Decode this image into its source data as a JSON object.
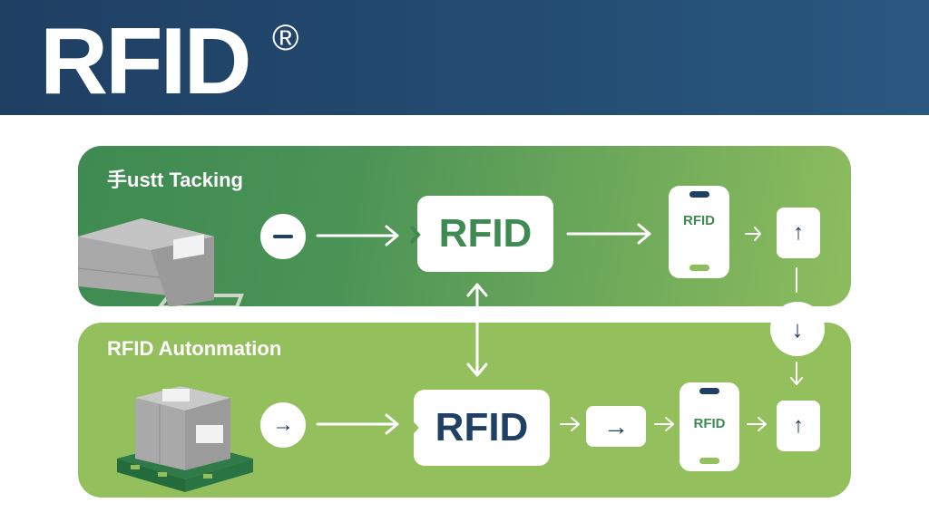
{
  "header": {
    "title": "RFID",
    "registered_mark": "®"
  },
  "colors": {
    "header_bg": "#234a70",
    "top_panel_green": "#4b9356",
    "bottom_panel_green": "#93bf5c",
    "navy_text": "#1f3f63",
    "green_text": "#3e8a52"
  },
  "top_panel": {
    "title": "手ustt Tacking",
    "start_icon": "minus-icon",
    "rfid_box_label": "RFID",
    "device_label": "RFID",
    "end_icon": "arrow-up-icon"
  },
  "connector": {
    "icon": "arrow-down-icon"
  },
  "bottom_panel": {
    "title": "RFID Autonmation",
    "start_icon": "arrow-right-icon",
    "rfid_box_label": "RFID",
    "middle_icon": "arrow-right-icon",
    "device_label": "RFID",
    "end_icon": "arrow-up-icon"
  }
}
